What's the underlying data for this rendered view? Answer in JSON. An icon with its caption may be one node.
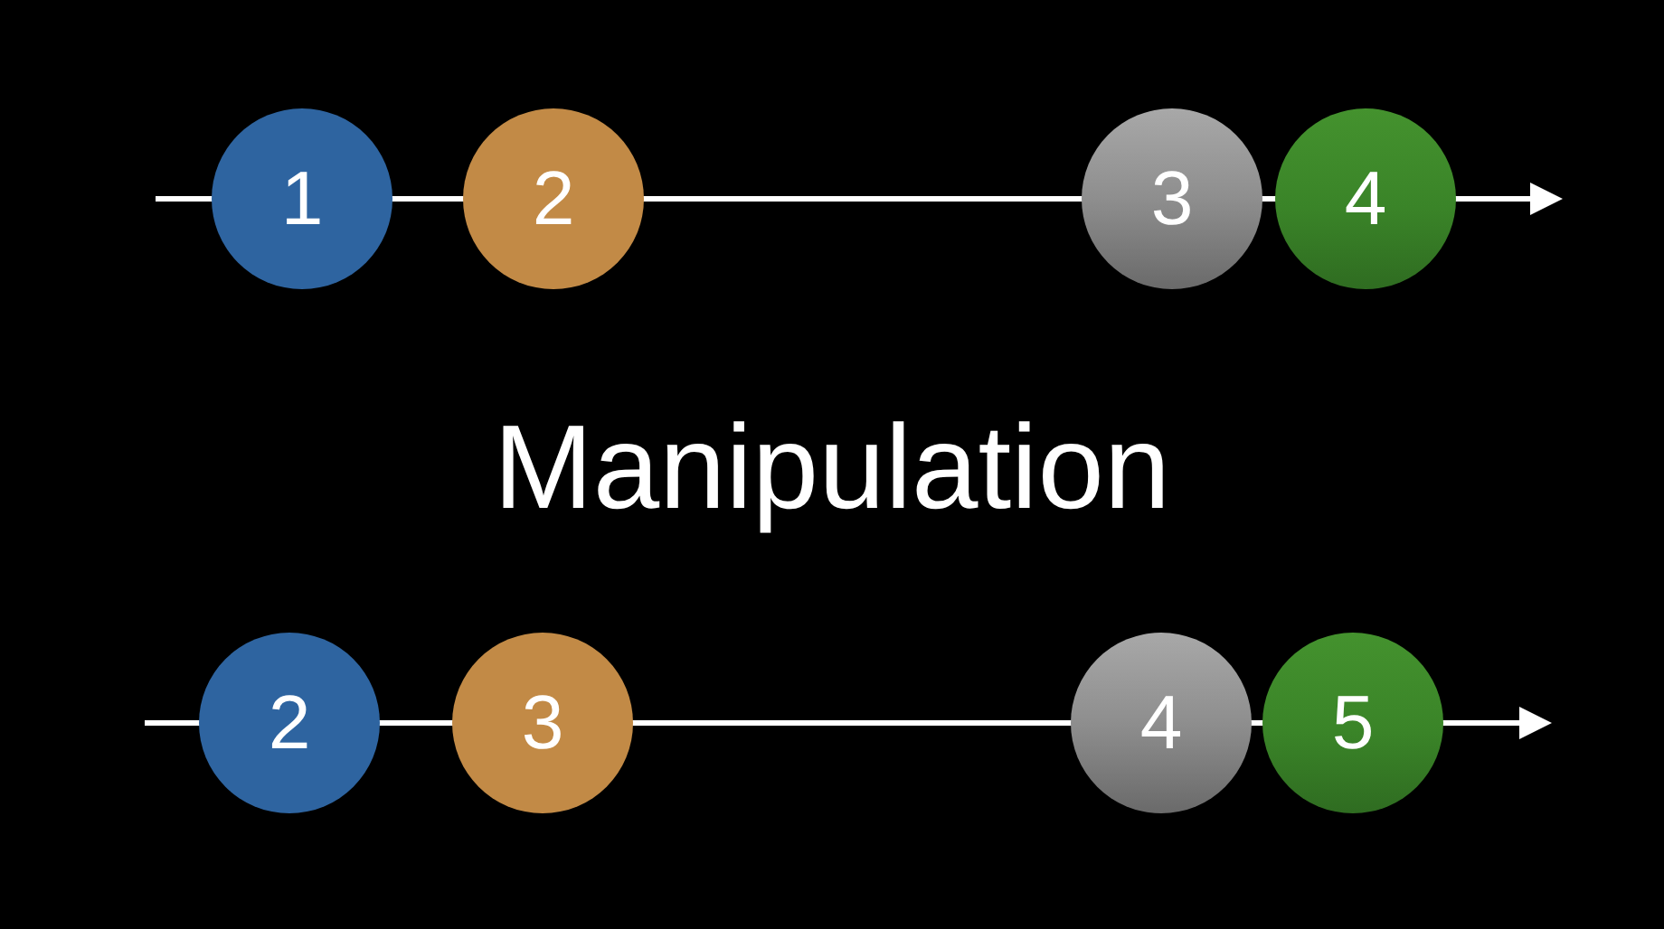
{
  "diagram": {
    "title": "Manipulation",
    "nodes": [
      {
        "text": [
          "1"
        ]
      },
      {
        "text": [
          "2"
        ]
      },
      {
        "text": [
          "3"
        ]
      },
      {
        "text": [
          "4"
        ]
      },
      {
        "text": [
          "2"
        ]
      },
      {
        "text": [
          "3"
        ]
      },
      {
        "text": [
          "4"
        ]
      },
      {
        "text": [
          "5"
        ]
      }
    ]
  }
}
